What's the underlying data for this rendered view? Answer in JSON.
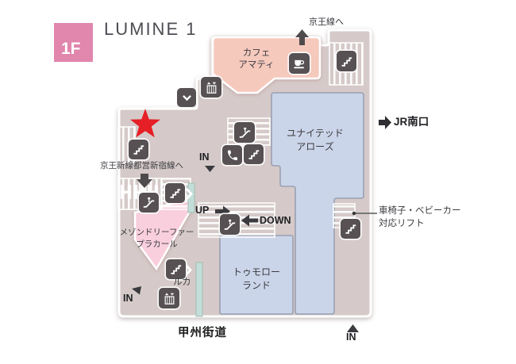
{
  "header": {
    "floor_badge": "1F",
    "building_title": "LUMINE 1"
  },
  "map": {
    "exits": {
      "keio_line": "京王線へ",
      "jr_south": "JR南口",
      "keio_new_line": "京王新線都営新宿線へ",
      "koshu_kaido": "甲州街道",
      "in_label": "IN"
    },
    "flow": {
      "up": "UP",
      "down": "DOWN"
    },
    "stores": {
      "cafe_amati": {
        "lines": [
          "カフェ",
          "アマティ"
        ]
      },
      "united_arrows": {
        "lines": [
          "ユナイテッド",
          "アローズ"
        ]
      },
      "tomorrowland": {
        "lines": [
          "トゥモロー",
          "ランド"
        ]
      },
      "maison_de_reefur": {
        "lines": [
          "メゾンドリーファー",
          "プラカール"
        ]
      },
      "luca": "ルカ"
    },
    "notes": {
      "lift": {
        "lines": [
          "車椅子・ベビーカー",
          "対応リフト"
        ]
      }
    },
    "icons": {
      "chevron-down": "∨",
      "elevator": "⇅",
      "stairs": "stair-steps",
      "escalator": "escalator-person",
      "phone": "☎",
      "coffee-cup": "☕",
      "current-location": "★",
      "up-arrow": "↑",
      "down-arrow": "↓",
      "right-arrow": "→",
      "left-arrow": "←",
      "ne-arrow": "↗",
      "ticket-gates": "⊓⊓⊓"
    },
    "colors": {
      "floor": "#d5cac9",
      "store_area": "#cbd5e9",
      "cafe_pink": "#f6c9bd",
      "boutique_pink": "#f9cfdd",
      "partition_teal": "#c3ded8",
      "icon_dark": "#575153",
      "star_red": "#e61e25",
      "badge_pink": "#e186ad"
    }
  }
}
